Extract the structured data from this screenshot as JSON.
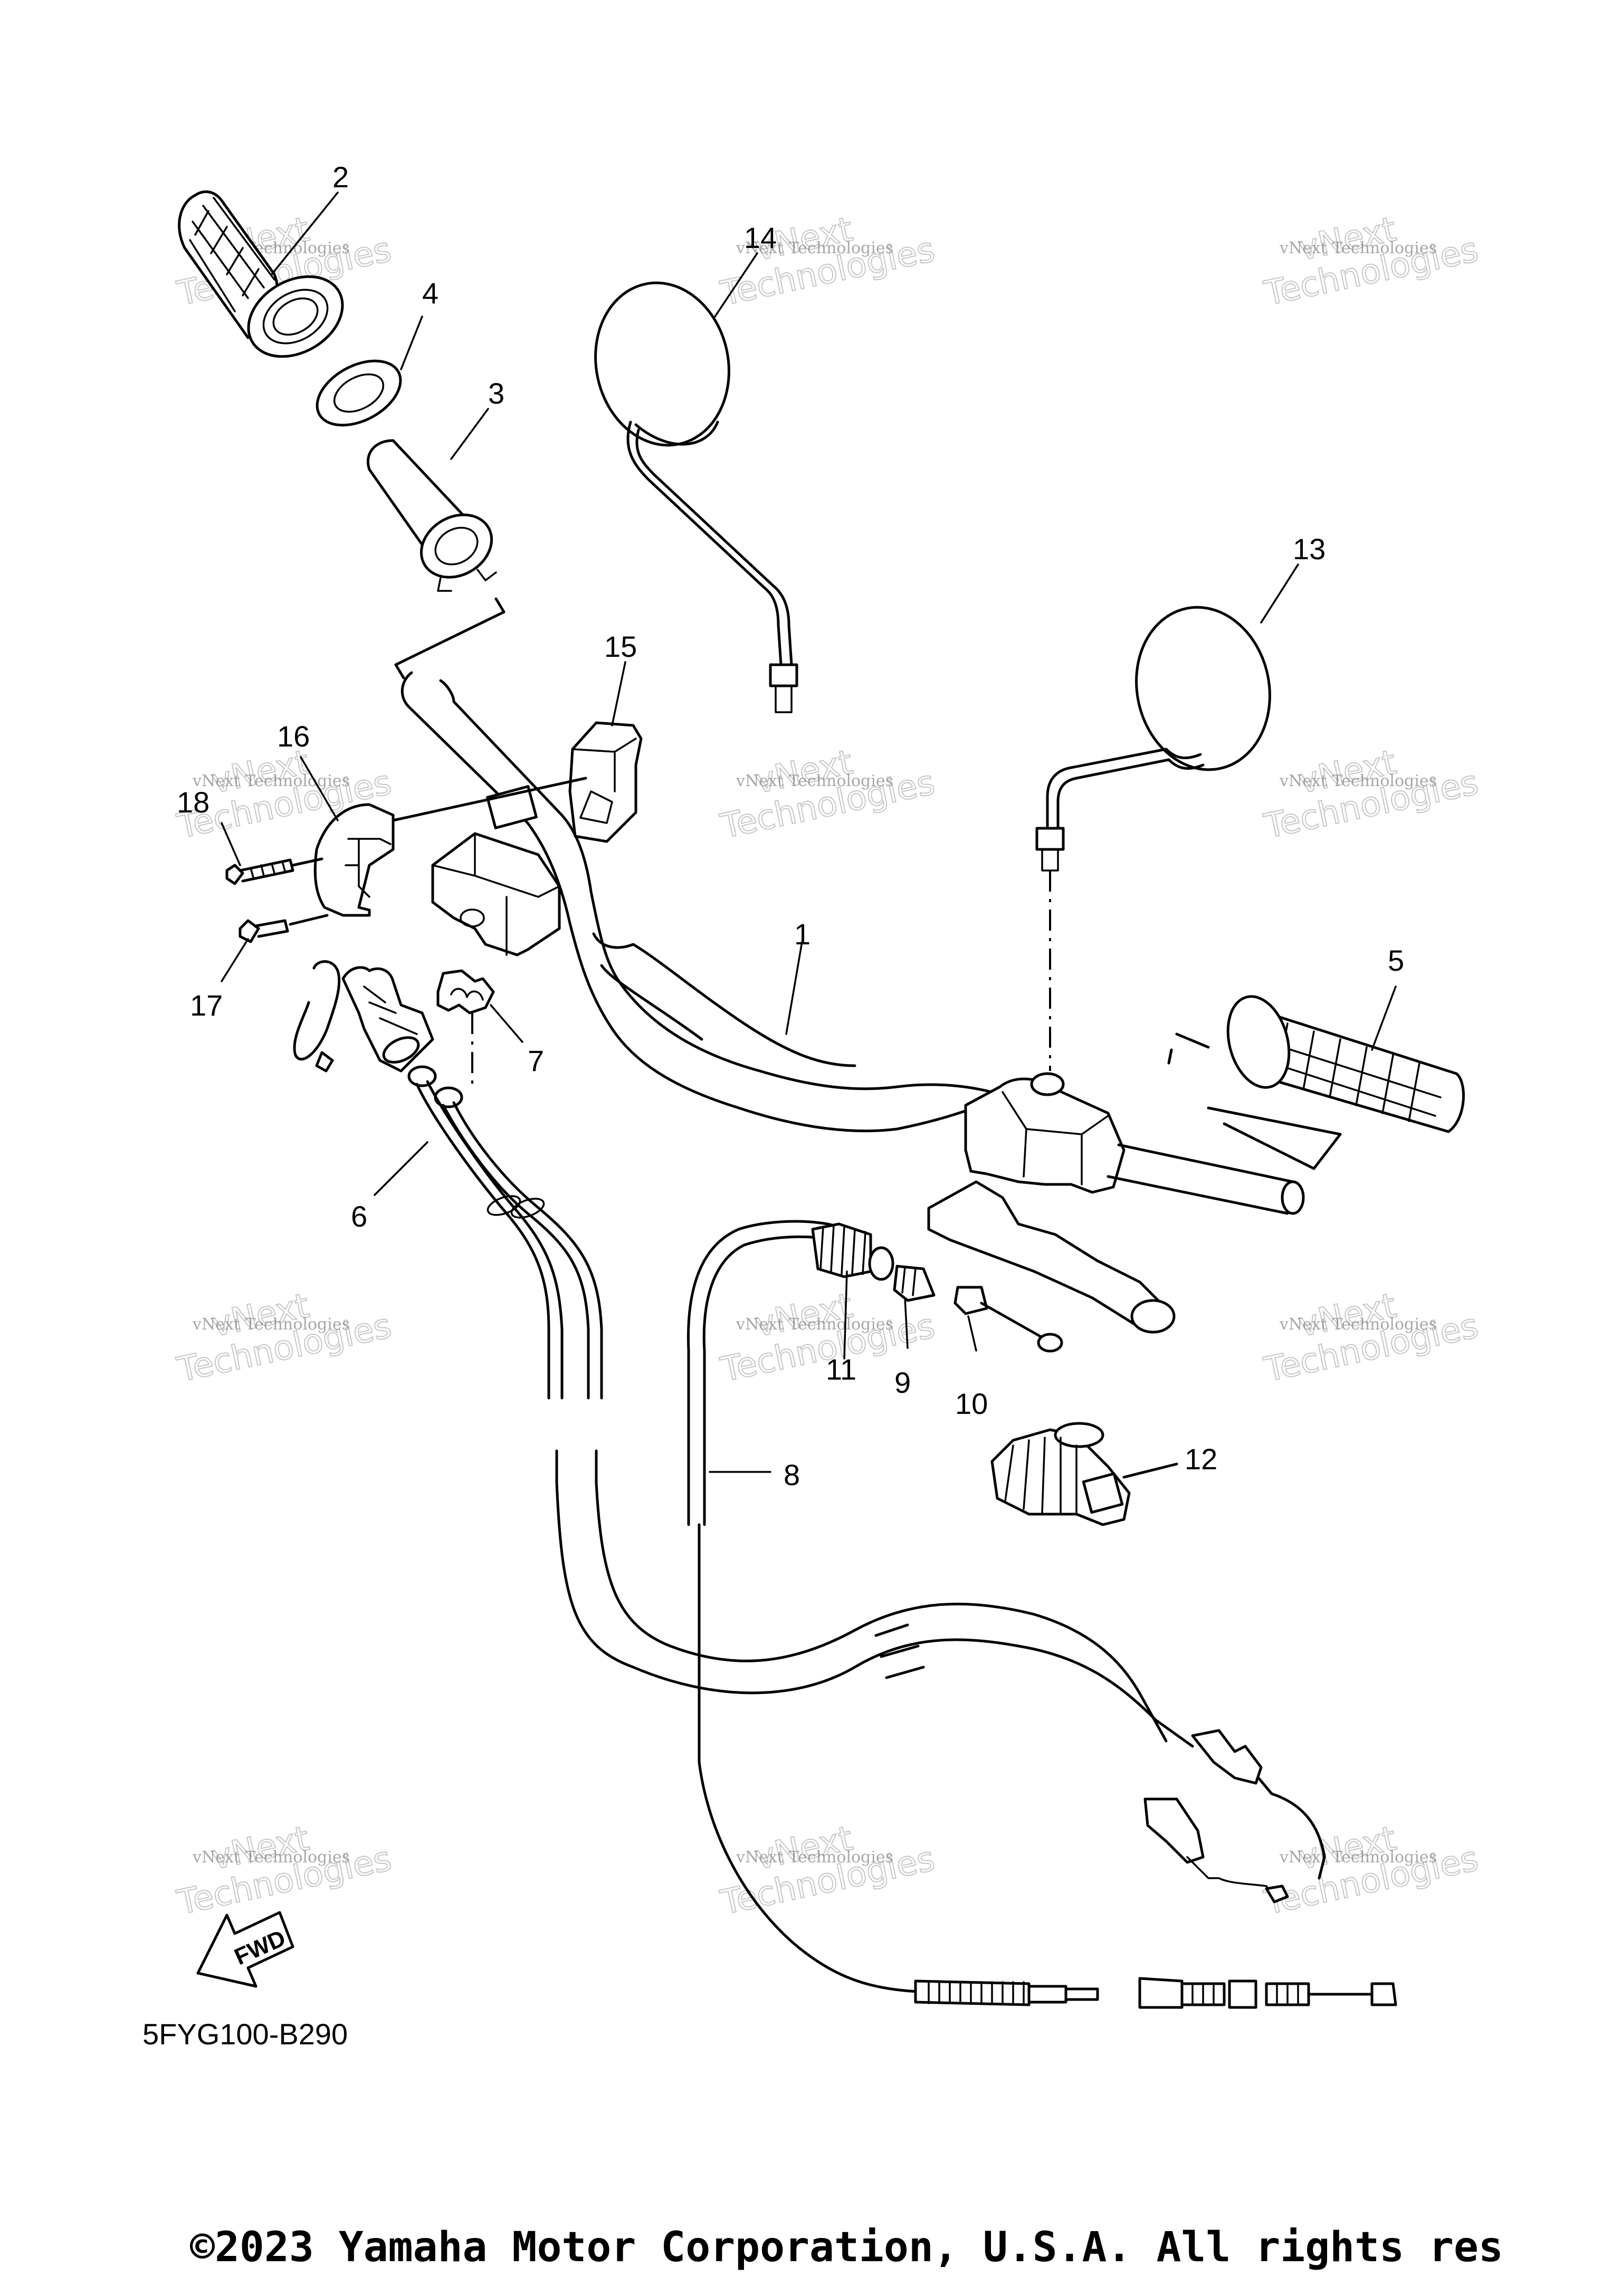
{
  "diagram": {
    "diagram_code": "5FYG100-B290",
    "direction_badge": "FWD",
    "copyright": "©2023 Yamaha Motor Corporation, U.S.A. All rights res",
    "watermark": {
      "line1": "vNext Technologies",
      "big1": "vNext",
      "big2": "Technologies"
    },
    "callouts": [
      {
        "id": "1",
        "label": "1"
      },
      {
        "id": "2",
        "label": "2"
      },
      {
        "id": "3",
        "label": "3"
      },
      {
        "id": "4",
        "label": "4"
      },
      {
        "id": "5",
        "label": "5"
      },
      {
        "id": "6",
        "label": "6"
      },
      {
        "id": "7",
        "label": "7"
      },
      {
        "id": "8",
        "label": "8"
      },
      {
        "id": "9",
        "label": "9"
      },
      {
        "id": "10",
        "label": "10"
      },
      {
        "id": "11",
        "label": "11"
      },
      {
        "id": "12",
        "label": "12"
      },
      {
        "id": "13",
        "label": "13"
      },
      {
        "id": "14",
        "label": "14"
      },
      {
        "id": "15",
        "label": "15"
      },
      {
        "id": "16",
        "label": "16"
      },
      {
        "id": "17",
        "label": "17"
      },
      {
        "id": "18",
        "label": "18"
      }
    ]
  }
}
